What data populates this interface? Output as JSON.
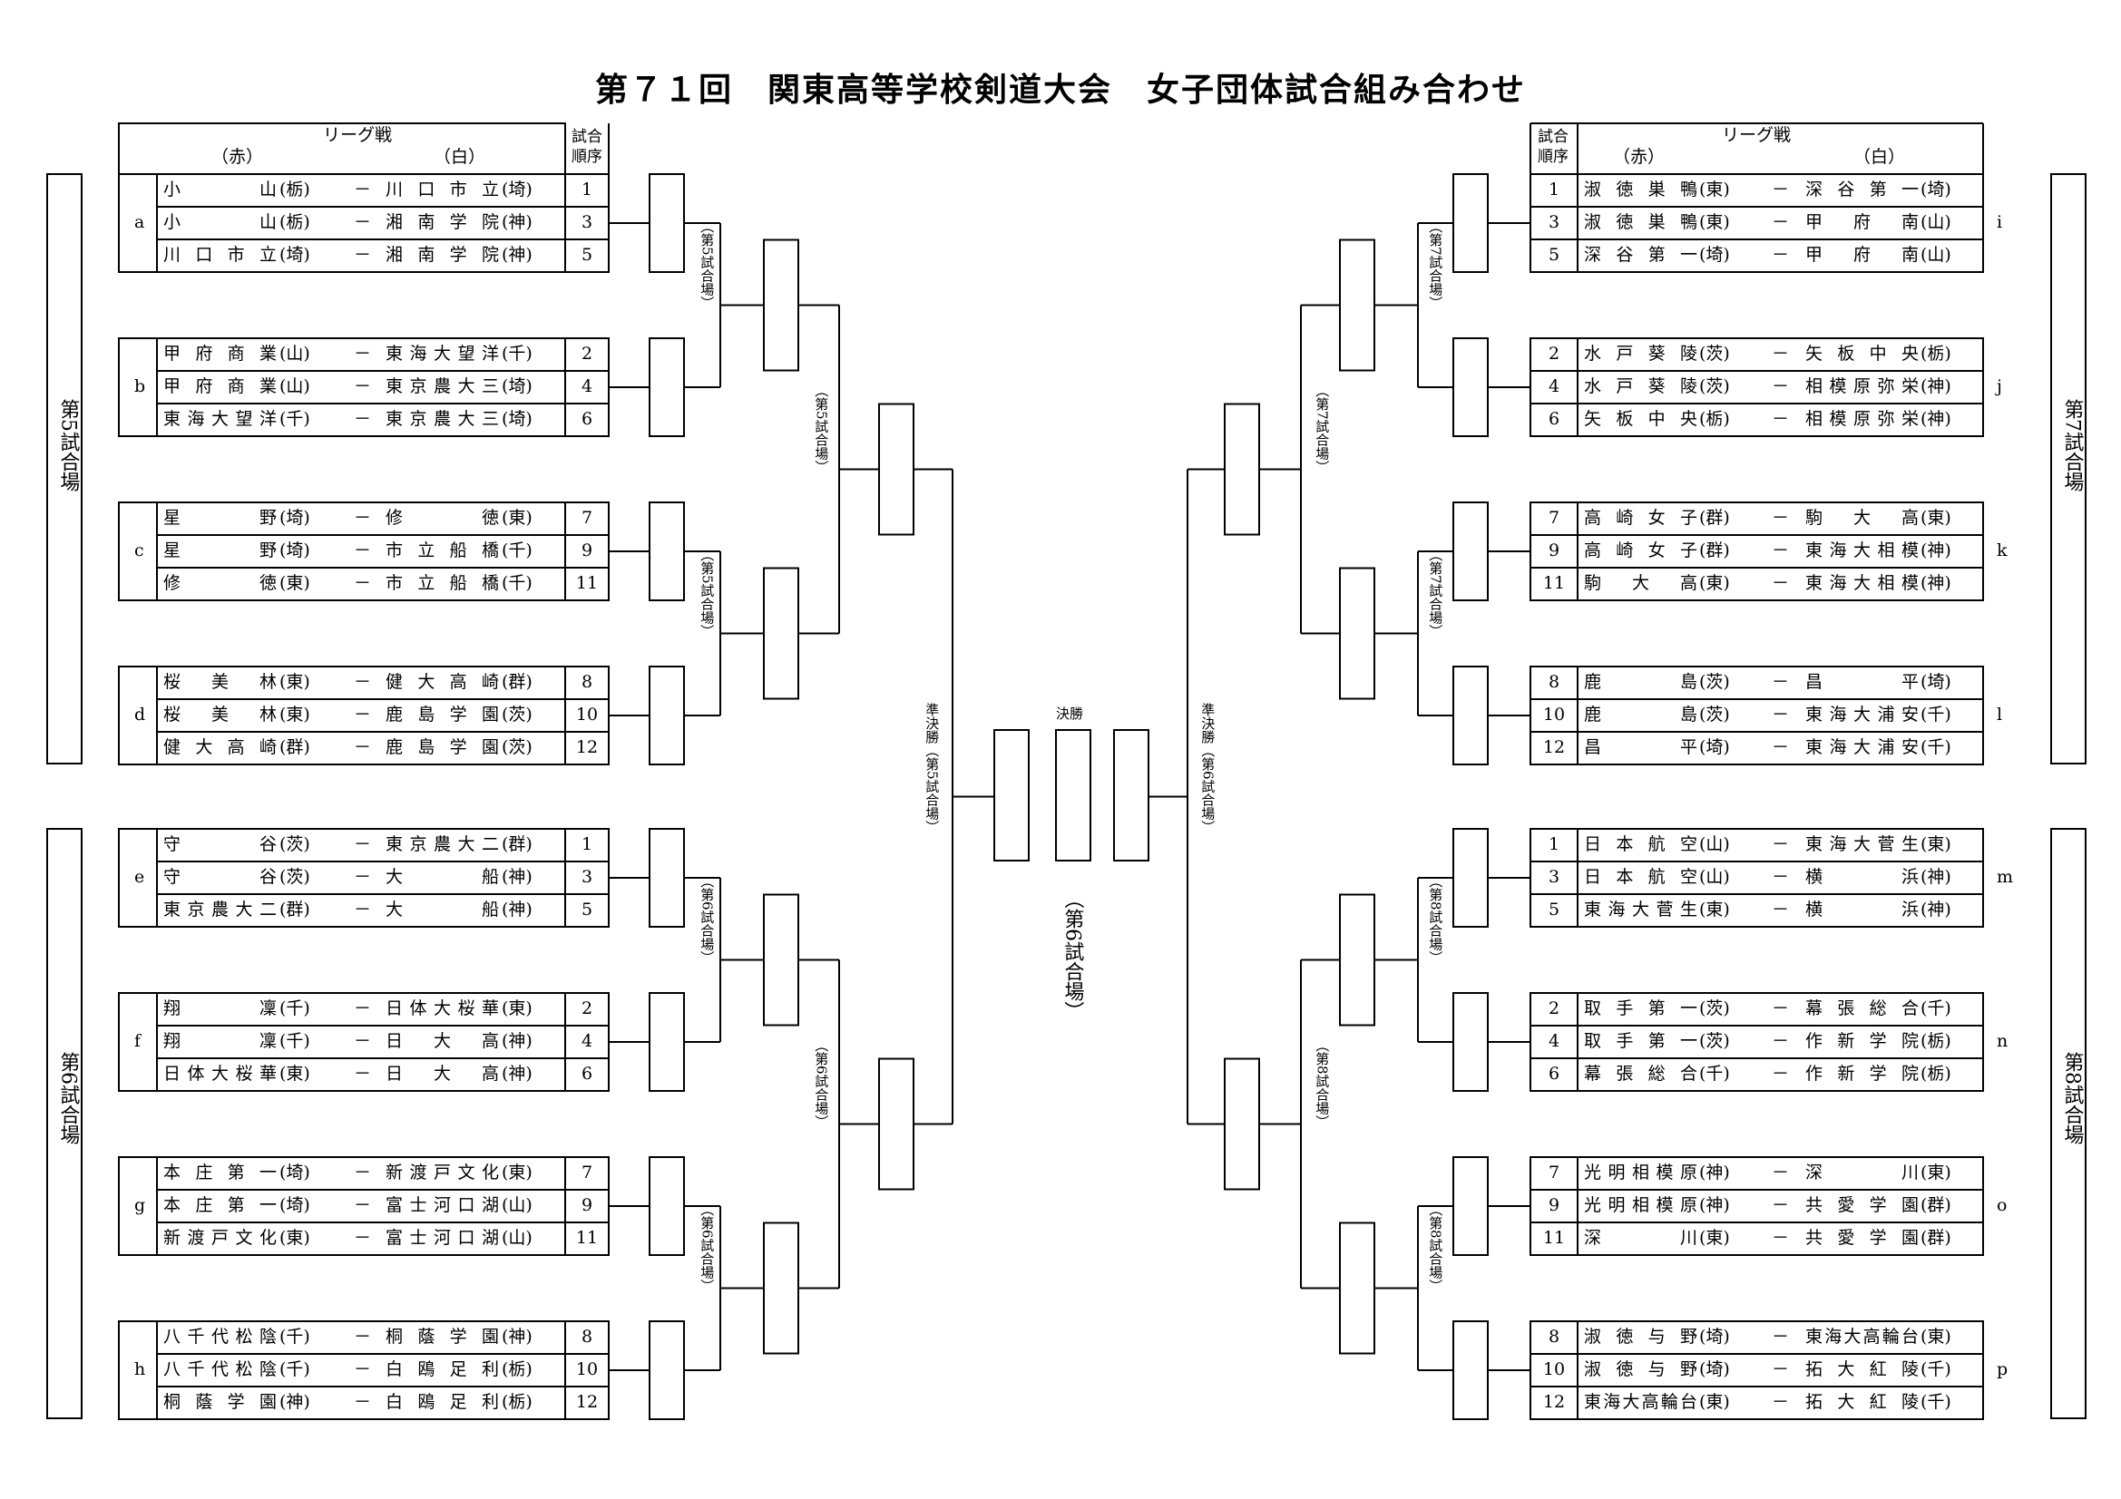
{
  "title": "第７１回　関東高等学校剣道大会　女子団体試合組み合わせ",
  "header": {
    "league": "リーグ戦",
    "red": "（赤）",
    "white": "（白）",
    "order": "試合順序"
  },
  "venues": {
    "v5": "第5試合場",
    "v6": "第6試合場",
    "v7": "第7試合場",
    "v8": "第8試合場",
    "sf5": "準決勝（第5試合場）",
    "sf6": "準決勝（第6試合場）",
    "final": "決勝",
    "final_venue": "（第6試合場）",
    "p5": "（第5試合場）",
    "p6": "（第6試合場）",
    "p7": "（第7試合場）",
    "p8": "（第8試合場）"
  },
  "groups": [
    {
      "label": "a",
      "side": "left",
      "rows": [
        {
          "red": "小山",
          "rp": "(栃)",
          "white": "川口市立",
          "wp": "(埼)",
          "order": "1"
        },
        {
          "red": "小山",
          "rp": "(栃)",
          "white": "湘南学院",
          "wp": "(神)",
          "order": "3"
        },
        {
          "red": "川口市立",
          "rp": "(埼)",
          "white": "湘南学院",
          "wp": "(神)",
          "order": "5"
        }
      ]
    },
    {
      "label": "b",
      "side": "left",
      "rows": [
        {
          "red": "甲府商業",
          "rp": "(山)",
          "white": "東海大望洋",
          "wp": "(千)",
          "order": "2"
        },
        {
          "red": "甲府商業",
          "rp": "(山)",
          "white": "東京農大三",
          "wp": "(埼)",
          "order": "4"
        },
        {
          "red": "東海大望洋",
          "rp": "(千)",
          "white": "東京農大三",
          "wp": "(埼)",
          "order": "6"
        }
      ]
    },
    {
      "label": "c",
      "side": "left",
      "rows": [
        {
          "red": "星野",
          "rp": "(埼)",
          "white": "修徳",
          "wp": "(東)",
          "order": "7"
        },
        {
          "red": "星野",
          "rp": "(埼)",
          "white": "市立船橋",
          "wp": "(千)",
          "order": "9"
        },
        {
          "red": "修徳",
          "rp": "(東)",
          "white": "市立船橋",
          "wp": "(千)",
          "order": "11"
        }
      ]
    },
    {
      "label": "d",
      "side": "left",
      "rows": [
        {
          "red": "桜美林",
          "rp": "(東)",
          "white": "健大高崎",
          "wp": "(群)",
          "order": "8"
        },
        {
          "red": "桜美林",
          "rp": "(東)",
          "white": "鹿島学園",
          "wp": "(茨)",
          "order": "10"
        },
        {
          "red": "健大高崎",
          "rp": "(群)",
          "white": "鹿島学園",
          "wp": "(茨)",
          "order": "12"
        }
      ]
    },
    {
      "label": "e",
      "side": "left",
      "rows": [
        {
          "red": "守谷",
          "rp": "(茨)",
          "white": "東京農大二",
          "wp": "(群)",
          "order": "1"
        },
        {
          "red": "守谷",
          "rp": "(茨)",
          "white": "大船",
          "wp": "(神)",
          "order": "3"
        },
        {
          "red": "東京農大二",
          "rp": "(群)",
          "white": "大船",
          "wp": "(神)",
          "order": "5"
        }
      ]
    },
    {
      "label": "f",
      "side": "left",
      "rows": [
        {
          "red": "翔凜",
          "rp": "(千)",
          "white": "日体大桜華",
          "wp": "(東)",
          "order": "2"
        },
        {
          "red": "翔凜",
          "rp": "(千)",
          "white": "日大高",
          "wp": "(神)",
          "order": "4"
        },
        {
          "red": "日体大桜華",
          "rp": "(東)",
          "white": "日大高",
          "wp": "(神)",
          "order": "6"
        }
      ]
    },
    {
      "label": "g",
      "side": "left",
      "rows": [
        {
          "red": "本庄第一",
          "rp": "(埼)",
          "white": "新渡戸文化",
          "wp": "(東)",
          "order": "7"
        },
        {
          "red": "本庄第一",
          "rp": "(埼)",
          "white": "富士河口湖",
          "wp": "(山)",
          "order": "9"
        },
        {
          "red": "新渡戸文化",
          "rp": "(東)",
          "white": "富士河口湖",
          "wp": "(山)",
          "order": "11"
        }
      ]
    },
    {
      "label": "h",
      "side": "left",
      "rows": [
        {
          "red": "八千代松陰",
          "rp": "(千)",
          "white": "桐蔭学園",
          "wp": "(神)",
          "order": "8"
        },
        {
          "red": "八千代松陰",
          "rp": "(千)",
          "white": "白鴎足利",
          "wp": "(栃)",
          "order": "10"
        },
        {
          "red": "桐蔭学園",
          "rp": "(神)",
          "white": "白鴎足利",
          "wp": "(栃)",
          "order": "12"
        }
      ]
    },
    {
      "label": "i",
      "side": "right",
      "rows": [
        {
          "red": "淑徳巣鴨",
          "rp": "(東)",
          "white": "深谷第一",
          "wp": "(埼)",
          "order": "1"
        },
        {
          "red": "淑徳巣鴨",
          "rp": "(東)",
          "white": "甲府南",
          "wp": "(山)",
          "order": "3"
        },
        {
          "red": "深谷第一",
          "rp": "(埼)",
          "white": "甲府南",
          "wp": "(山)",
          "order": "5"
        }
      ]
    },
    {
      "label": "j",
      "side": "right",
      "rows": [
        {
          "red": "水戸葵陵",
          "rp": "(茨)",
          "white": "矢板中央",
          "wp": "(栃)",
          "order": "2"
        },
        {
          "red": "水戸葵陵",
          "rp": "(茨)",
          "white": "相模原弥栄",
          "wp": "(神)",
          "order": "4"
        },
        {
          "red": "矢板中央",
          "rp": "(栃)",
          "white": "相模原弥栄",
          "wp": "(神)",
          "order": "6"
        }
      ]
    },
    {
      "label": "k",
      "side": "right",
      "rows": [
        {
          "red": "高崎女子",
          "rp": "(群)",
          "white": "駒大高",
          "wp": "(東)",
          "order": "7"
        },
        {
          "red": "高崎女子",
          "rp": "(群)",
          "white": "東海大相模",
          "wp": "(神)",
          "order": "9"
        },
        {
          "red": "駒大高",
          "rp": "(東)",
          "white": "東海大相模",
          "wp": "(神)",
          "order": "11"
        }
      ]
    },
    {
      "label": "l",
      "side": "right",
      "rows": [
        {
          "red": "鹿島",
          "rp": "(茨)",
          "white": "昌平",
          "wp": "(埼)",
          "order": "8"
        },
        {
          "red": "鹿島",
          "rp": "(茨)",
          "white": "東海大浦安",
          "wp": "(千)",
          "order": "10"
        },
        {
          "red": "昌平",
          "rp": "(埼)",
          "white": "東海大浦安",
          "wp": "(千)",
          "order": "12"
        }
      ]
    },
    {
      "label": "m",
      "side": "right",
      "rows": [
        {
          "red": "日本航空",
          "rp": "(山)",
          "white": "東海大菅生",
          "wp": "(東)",
          "order": "1"
        },
        {
          "red": "日本航空",
          "rp": "(山)",
          "white": "横浜",
          "wp": "(神)",
          "order": "3"
        },
        {
          "red": "東海大菅生",
          "rp": "(東)",
          "white": "横浜",
          "wp": "(神)",
          "order": "5"
        }
      ]
    },
    {
      "label": "n",
      "side": "right",
      "rows": [
        {
          "red": "取手第一",
          "rp": "(茨)",
          "white": "幕張総合",
          "wp": "(千)",
          "order": "2"
        },
        {
          "red": "取手第一",
          "rp": "(茨)",
          "white": "作新学院",
          "wp": "(栃)",
          "order": "4"
        },
        {
          "red": "幕張総合",
          "rp": "(千)",
          "white": "作新学院",
          "wp": "(栃)",
          "order": "6"
        }
      ]
    },
    {
      "label": "o",
      "side": "right",
      "rows": [
        {
          "red": "光明相模原",
          "rp": "(神)",
          "white": "深川",
          "wp": "(東)",
          "order": "7"
        },
        {
          "red": "光明相模原",
          "rp": "(神)",
          "white": "共愛学園",
          "wp": "(群)",
          "order": "9"
        },
        {
          "red": "深川",
          "rp": "(東)",
          "white": "共愛学園",
          "wp": "(群)",
          "order": "11"
        }
      ]
    },
    {
      "label": "p",
      "side": "right",
      "rows": [
        {
          "red": "淑徳与野",
          "rp": "(埼)",
          "white": "東海大高輪台",
          "wp": "(東)",
          "order": "8"
        },
        {
          "red": "淑徳与野",
          "rp": "(埼)",
          "white": "拓大紅陵",
          "wp": "(千)",
          "order": "10"
        },
        {
          "red": "東海大高輪台",
          "rp": "(東)",
          "white": "拓大紅陵",
          "wp": "(千)",
          "order": "12"
        }
      ]
    }
  ]
}
